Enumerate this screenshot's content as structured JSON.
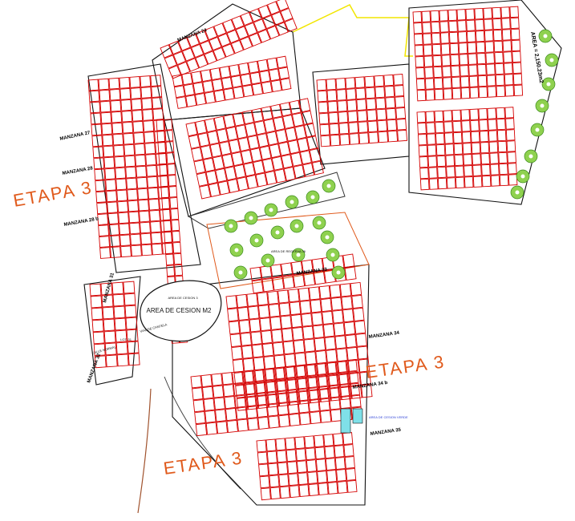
{
  "plan": {
    "etapa_labels": [
      "ETAPA 3",
      "ETAPA 3",
      "ETAPA 3"
    ],
    "cesion_area": {
      "title": "AREA DE CESION  M2",
      "caption": "AREA DE CESION 3"
    },
    "manzana_labels": [
      "MANZANA 27",
      "MANZANA 28",
      "MANZANA 28 b",
      "MANZANA 24",
      "MANZANA 31",
      "MANZANA 32",
      "MANZANA 33",
      "MANZANA 34",
      "MANZANA 34 b",
      "MANZANA 35"
    ],
    "area_note": "AREA = 2,150.23m2",
    "small_labels": [
      "CALLE NORMAL",
      "VIAL DE CANTELA",
      "AREA DE REGERVA 36",
      "AREA DE CESION VERDE",
      "LOT. 31"
    ],
    "colors": {
      "plots": "#d40000",
      "etapa": "#e05a1c",
      "trees": "#8fd14f",
      "boundary": "#f2e600",
      "highlight": "#7fe0e8"
    }
  }
}
